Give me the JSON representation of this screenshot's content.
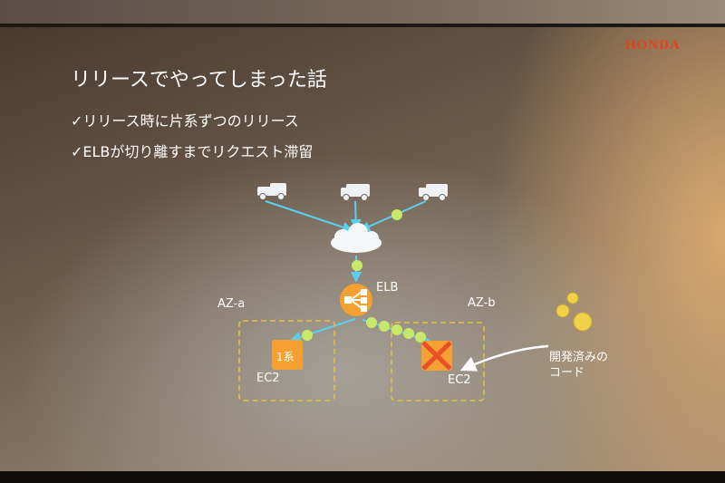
{
  "brand": "HONDA",
  "title": "リリースでやってしまった話",
  "bullets": [
    "✓リリース時に片系ずつのリリース",
    "✓ELBが切り離すまでリクエスト滞留"
  ],
  "diagram": {
    "elb_label": "ELB",
    "az_a": "AZ-a",
    "az_b": "AZ-b",
    "ec2_a_label": "EC2",
    "ec2_a_badge": "1系",
    "ec2_b_label": "EC2",
    "code_label_line1": "開発済みの",
    "code_label_line2": "コード"
  },
  "colors": {
    "arrow": "#5ad0f0",
    "dot": "#c8e86a",
    "orange": "#f5a030",
    "cross": "#e8502a",
    "dash": "#e8c040"
  }
}
